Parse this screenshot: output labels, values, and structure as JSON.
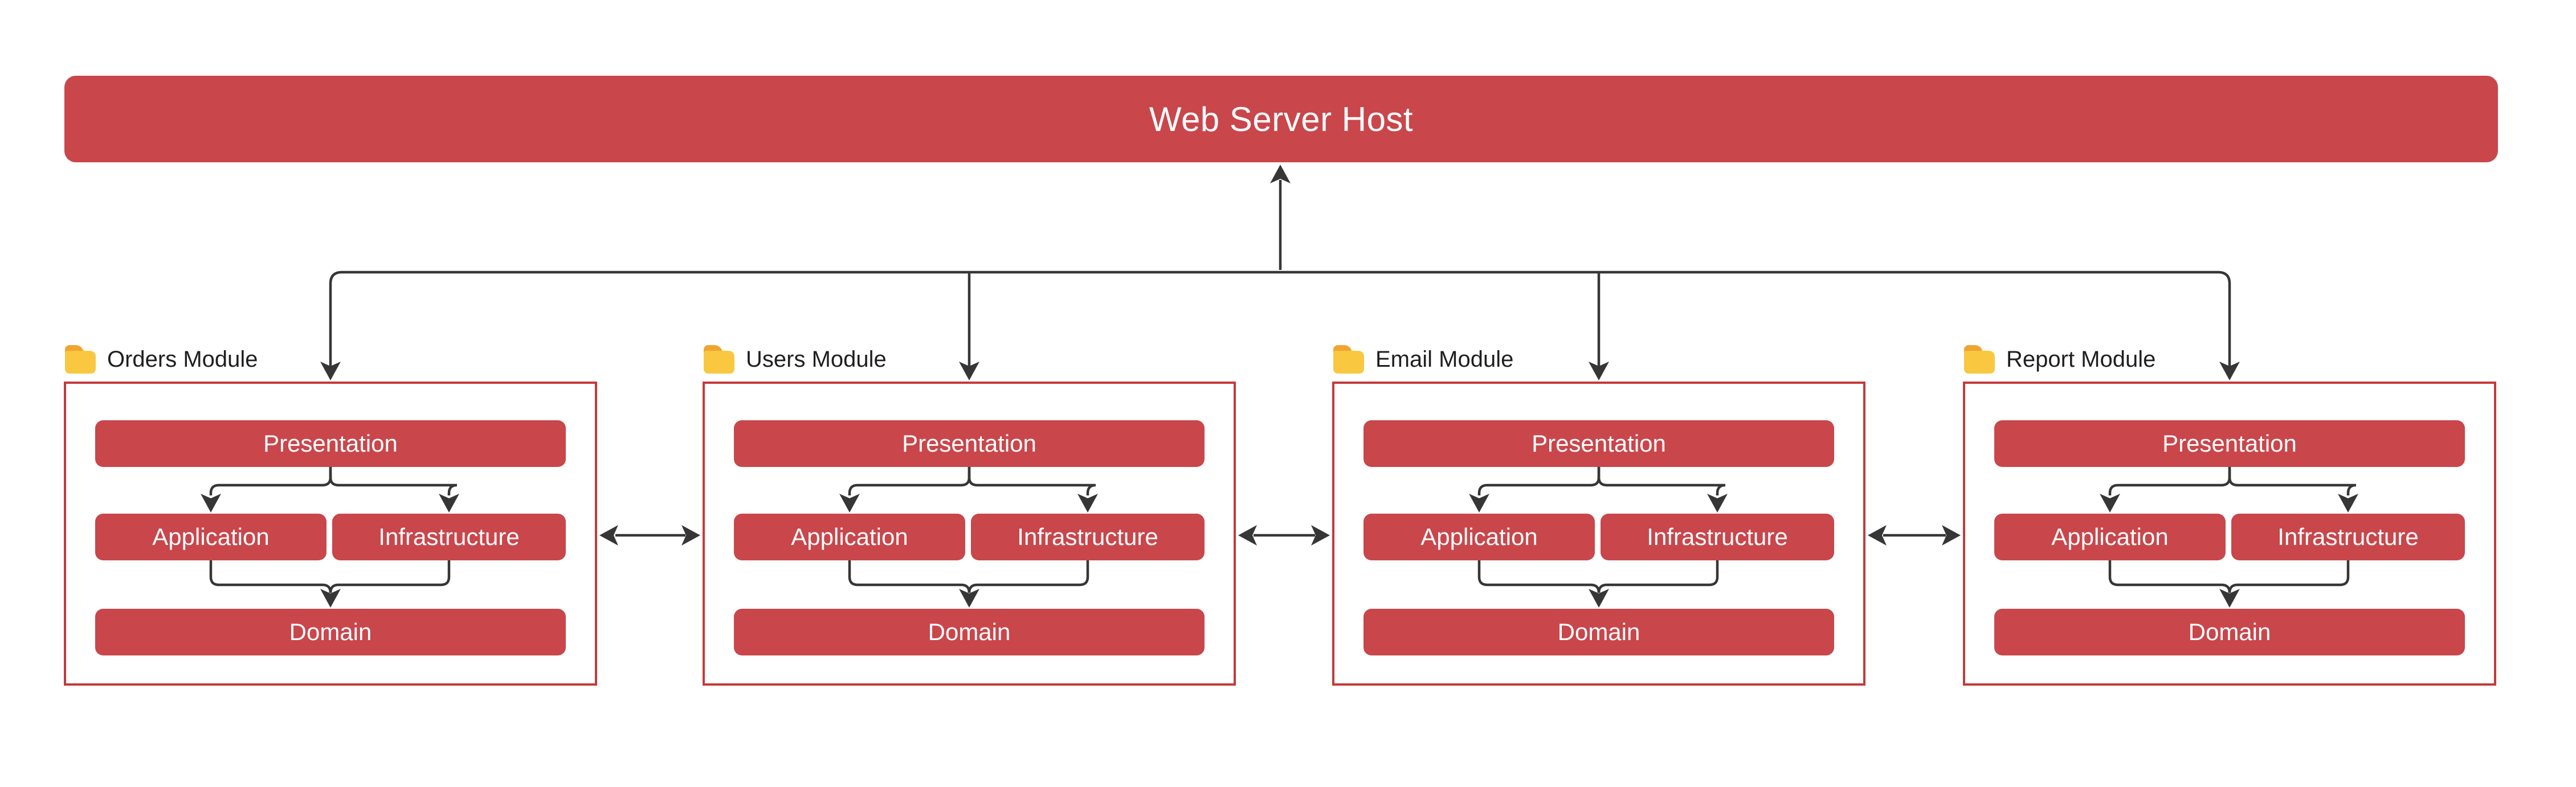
{
  "banner": {
    "title": "Web Server Host"
  },
  "modules": [
    {
      "label": "Orders Module"
    },
    {
      "label": "Users Module"
    },
    {
      "label": "Email Module"
    },
    {
      "label": "Report Module"
    }
  ],
  "layers": {
    "presentation": "Presentation",
    "application": "Application",
    "infrastructure": "Infrastructure",
    "domain": "Domain"
  },
  "edges": {
    "modules_to_host": "each module box connects upward into Web Server Host (arrow pointing up at host)",
    "inside_module": [
      "Presentation -> Application",
      "Presentation -> Infrastructure",
      "Application -> Domain",
      "Infrastructure -> Domain"
    ],
    "between_modules": [
      "Orders <-> Users",
      "Users <-> Email",
      "Email <-> Report"
    ]
  },
  "colors": {
    "node_fill": "#C9464B",
    "module_border": "#C43A3C",
    "connector": "#363636",
    "folder_body": "#F9C840",
    "folder_tab": "#F0A431",
    "label_text": "#1F1F1F",
    "node_text": "#FFFFFF"
  }
}
